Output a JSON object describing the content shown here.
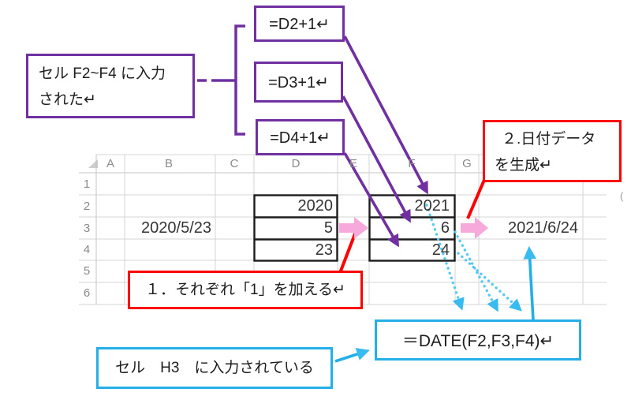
{
  "colors": {
    "purple": "#7030A0",
    "red": "#FF0000",
    "cyan": "#25AFE8",
    "cyan_dotted": "#56C9F3",
    "pink": "#F8A9DC",
    "grid_line": "#D4D4D4",
    "header_text": "#8A8A8A",
    "cell_text": "#343434",
    "cell_box_border": "#1C1C1C"
  },
  "grid": {
    "col_headers": [
      "A",
      "B",
      "C",
      "D",
      "E",
      "F",
      "G"
    ],
    "row_headers": [
      "1",
      "2",
      "3",
      "4",
      "5",
      "6"
    ],
    "cells": {
      "B3": "2020/5/23",
      "D2": "2020",
      "D3": "5",
      "D4": "23",
      "F2": "2021",
      "F3": "6",
      "F4": "24",
      "H3": "2021/6/24"
    },
    "stray_paren": "("
  },
  "callouts": {
    "input_cells_label": {
      "line1": "セル F2~F4 に入力",
      "line2": "された↵"
    },
    "formulas": [
      {
        "text": "=D2+1↵"
      },
      {
        "text": "=D3+1↵"
      },
      {
        "text": "=D4+1↵"
      }
    ],
    "step2": {
      "line1": "２.日付データ",
      "line2": "を生成↵"
    },
    "step1": {
      "text": "１．それぞれ「1」を加える↵"
    },
    "date_formula": {
      "text": "＝DATE(F2,F3,F4)↵"
    },
    "h3_label": {
      "text": "セル　H3　に入力されている"
    }
  }
}
